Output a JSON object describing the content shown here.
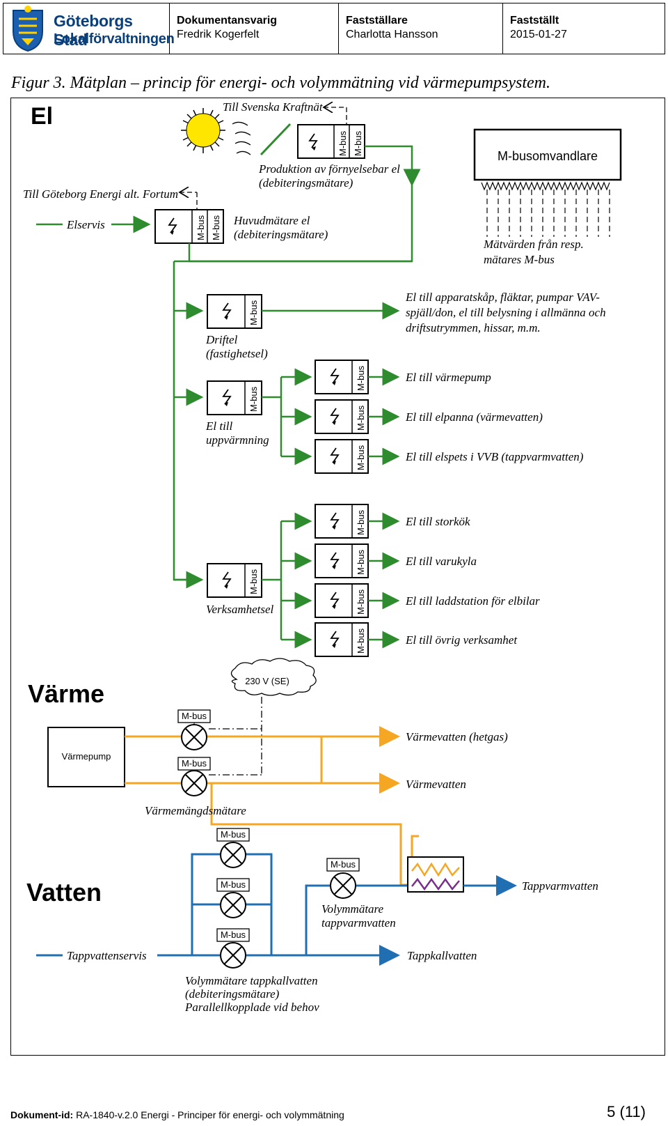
{
  "header": {
    "logo_line1": "Göteborgs Stad",
    "logo_line2": "Lokalförvaltningen",
    "responsible_label": "Dokumentansvarig",
    "responsible_name": "Fredrik Kogerfelt",
    "approver_label": "Fastställare",
    "approver_name": "Charlotta Hansson",
    "approved_label": "Fastställt",
    "approved_date": "2015-01-27"
  },
  "figure_title": "Figur 3. Mätplan – princip för energi- och volymmätning vid värmepumpsystem.",
  "el": {
    "heading": "El",
    "to_svenska_kraftnat": "Till Svenska Kraftnät",
    "to_goteborg_energi": "Till Göteborg Energi alt. Fortum",
    "production_line1": "Produktion av förnyelsebar el",
    "production_line2": "(debiteringsmätare)",
    "mbus_converter": "M-busomvandlare",
    "readings_line1": "Mätvärden från resp.",
    "readings_line2": "mätares M-bus",
    "elservis": "Elservis",
    "main_meter_line1": "Huvudmätare el",
    "main_meter_line2": "(debiteringsmätare)",
    "mbus": "M-bus",
    "driftel_line1": "Driftel",
    "driftel_line2": "(fastighetsel)",
    "apparatus_line1": "El till apparatskåp, fläktar, pumpar VAV-",
    "apparatus_line2": "spjäll/don, el till belysning i allmänna och",
    "apparatus_line3": "driftsutrymmen, hissar, m.m.",
    "heating_line1": "El till",
    "heating_line2": "uppvärmning",
    "heat_pump": "El till värmepump",
    "boiler": "El till elpanna (värmevatten)",
    "vvb": "El till elspets i VVB (tappvarmvatten)",
    "verksamhetsel": "Verksamhetsel",
    "kitchen": "El till storkök",
    "cooling": "El till varukyla",
    "charging": "El till laddstation för elbilar",
    "other": "El till övrig verksamhet"
  },
  "varme": {
    "heading": "Värme",
    "cloud": "230 V (SE)",
    "heatpump_box": "Värmepump",
    "hot_gas": "Värmevatten (hetgas)",
    "heating_water": "Värmevatten",
    "energy_meter": "Värmemängdsmätare"
  },
  "vatten": {
    "heading": "Vatten",
    "service": "Tappvattenservis",
    "cold_water": "Tappkallvatten",
    "hot_water": "Tappvarmvatten",
    "vol_hot_line1": "Volymmätare",
    "vol_hot_line2": "tappvarmvatten",
    "vol_cold_line1": "Volymmätare tappkallvatten",
    "vol_cold_line2": "(debiteringsmätare)",
    "vol_cold_line3": "Parallellkopplade vid behov"
  },
  "colors": {
    "el_line": "#2e8b2e",
    "heat_line": "#f5a623",
    "water_line": "#1f6fb2",
    "coil": "#7a2e8b",
    "sun": "#ffe600"
  },
  "footer": {
    "doc_id_label": "Dokument-id:",
    "doc_id": "RA-1840-v.2.0 Energi - Principer för energi- och volymmätning",
    "page": "5 (11)"
  }
}
